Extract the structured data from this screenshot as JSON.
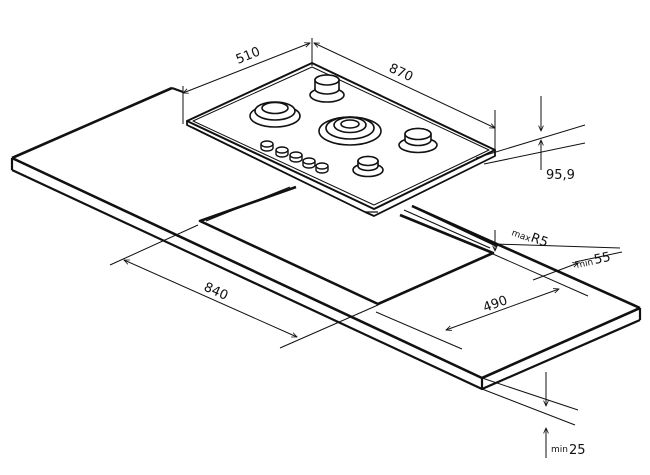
{
  "dimensions": {
    "hob_depth": "510",
    "hob_width": "870",
    "hob_height": "95,9",
    "cutout_width": "840",
    "cutout_depth": "490",
    "corner_radius_prefix": "max",
    "corner_radius": "R5",
    "edge_clearance_prefix": "min",
    "edge_clearance": "55",
    "worktop_prefix": "min",
    "worktop_thickness": "25"
  },
  "colors": {
    "line": "#111111",
    "background": "#ffffff"
  }
}
